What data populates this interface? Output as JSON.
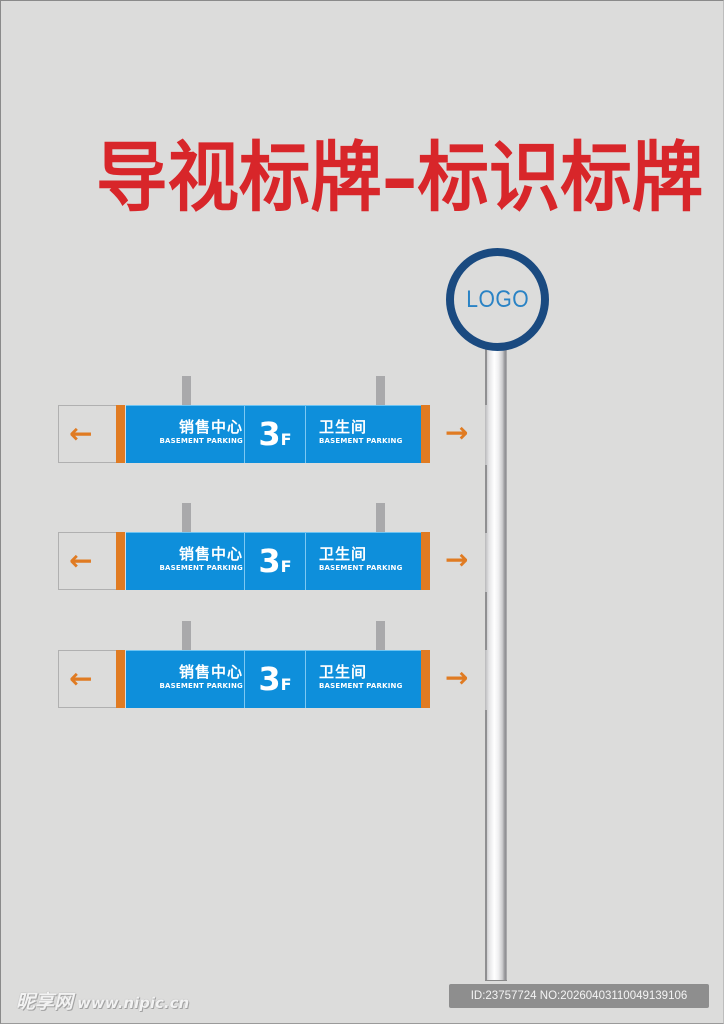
{
  "title": "导视标牌–标识标牌",
  "logo": {
    "text": "LOGO",
    "ring_color": "#1a4a80",
    "text_color": "#2a83c5"
  },
  "colors": {
    "background": "#dcdcdb",
    "title": "#d8262a",
    "sign_blue": "#0e8fdb",
    "accent_orange": "#e07b22",
    "hanger": "#a9a9ab"
  },
  "signs": [
    {
      "left_arrow": "←",
      "left_cn": "销售中心",
      "left_en": "BASEMENT PARKING",
      "floor_number": "3",
      "floor_letter": "F",
      "right_cn": "卫生间",
      "right_en": "BASEMENT PARKING",
      "right_arrow": "→"
    },
    {
      "left_arrow": "←",
      "left_cn": "销售中心",
      "left_en": "BASEMENT PARKING",
      "floor_number": "3",
      "floor_letter": "F",
      "right_cn": "卫生间",
      "right_en": "BASEMENT PARKING",
      "right_arrow": "→"
    },
    {
      "left_arrow": "←",
      "left_cn": "销售中心",
      "left_en": "BASEMENT PARKING",
      "floor_number": "3",
      "floor_letter": "F",
      "right_cn": "卫生间",
      "right_en": "BASEMENT PARKING",
      "right_arrow": "→"
    }
  ],
  "watermark": {
    "site_cn": "昵享网",
    "site_url": "www.nipic.cn",
    "id_label": "ID:23757724 NO:20260403110049139106"
  }
}
